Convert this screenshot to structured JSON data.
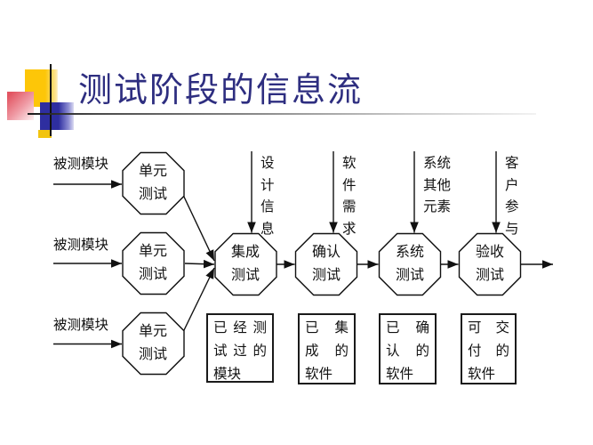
{
  "slide": {
    "title": "测试阶段的信息流",
    "title_color": "#2e2e80",
    "background": "#ffffff",
    "accents": {
      "yellow": "#fdc608",
      "blue": "#2e2ea0",
      "pink": "#e25562",
      "rule": "#4a4a4a",
      "ink": "#111111"
    },
    "diagram": {
      "module_labels": [
        "被测模块",
        "被测模块",
        "被测模块"
      ],
      "unit_nodes": [
        {
          "line1": "单元",
          "line2": "测试"
        },
        {
          "line1": "单元",
          "line2": "测试"
        },
        {
          "line1": "单元",
          "line2": "测试"
        }
      ],
      "flow_nodes": [
        {
          "line1": "集成",
          "line2": "测试"
        },
        {
          "line1": "确认",
          "line2": "测试"
        },
        {
          "line1": "系统",
          "line2": "测试"
        },
        {
          "line1": "验收",
          "line2": "测试"
        }
      ],
      "input_labels": [
        "设计信息",
        "软件需求",
        "系统其他元素",
        "客户参与"
      ],
      "output_boxes": [
        {
          "lines": [
            "已经测",
            "试过的",
            "模块"
          ]
        },
        {
          "lines": [
            "已集",
            "成的",
            "软件"
          ]
        },
        {
          "lines": [
            "已确",
            "认的",
            "软件"
          ]
        },
        {
          "lines": [
            "可交",
            "付的",
            "软件"
          ]
        }
      ]
    }
  }
}
